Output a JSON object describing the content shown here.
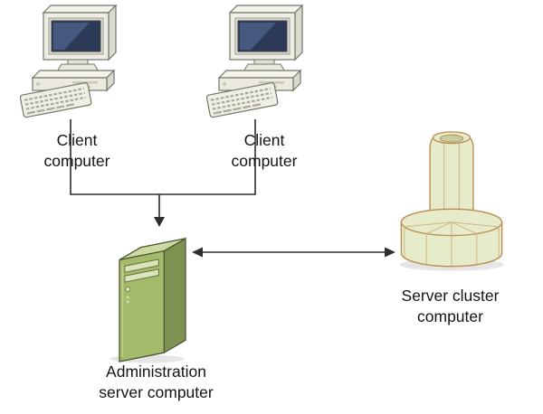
{
  "nodes": {
    "client1": {
      "label": "Client\ncomputer",
      "icon": "desktop-computer-icon"
    },
    "client2": {
      "label": "Client\ncomputer",
      "icon": "desktop-computer-icon"
    },
    "admin_server": {
      "label": "Administration\nserver computer",
      "icon": "tower-server-icon"
    },
    "server_cluster": {
      "label": "Server cluster\ncomputer",
      "icon": "server-cluster-icon"
    }
  },
  "connectors": [
    {
      "from": "client1",
      "to": "admin_server",
      "style": "arrow-into-target"
    },
    {
      "from": "client2",
      "to": "admin_server",
      "style": "arrow-into-target"
    },
    {
      "from": "admin_server",
      "to": "server_cluster",
      "style": "double-headed-arrow"
    }
  ],
  "colors": {
    "background": "#ffffff",
    "connector": "#2e2e2e",
    "server_front": "#a4ba6a",
    "server_side": "#7d9150",
    "server_top": "#ccd9a2",
    "cluster_fill": "#e6ebc9",
    "cluster_stroke": "#b98d52",
    "monitor_screen": "#2c3a57",
    "label_text": "#141414"
  }
}
